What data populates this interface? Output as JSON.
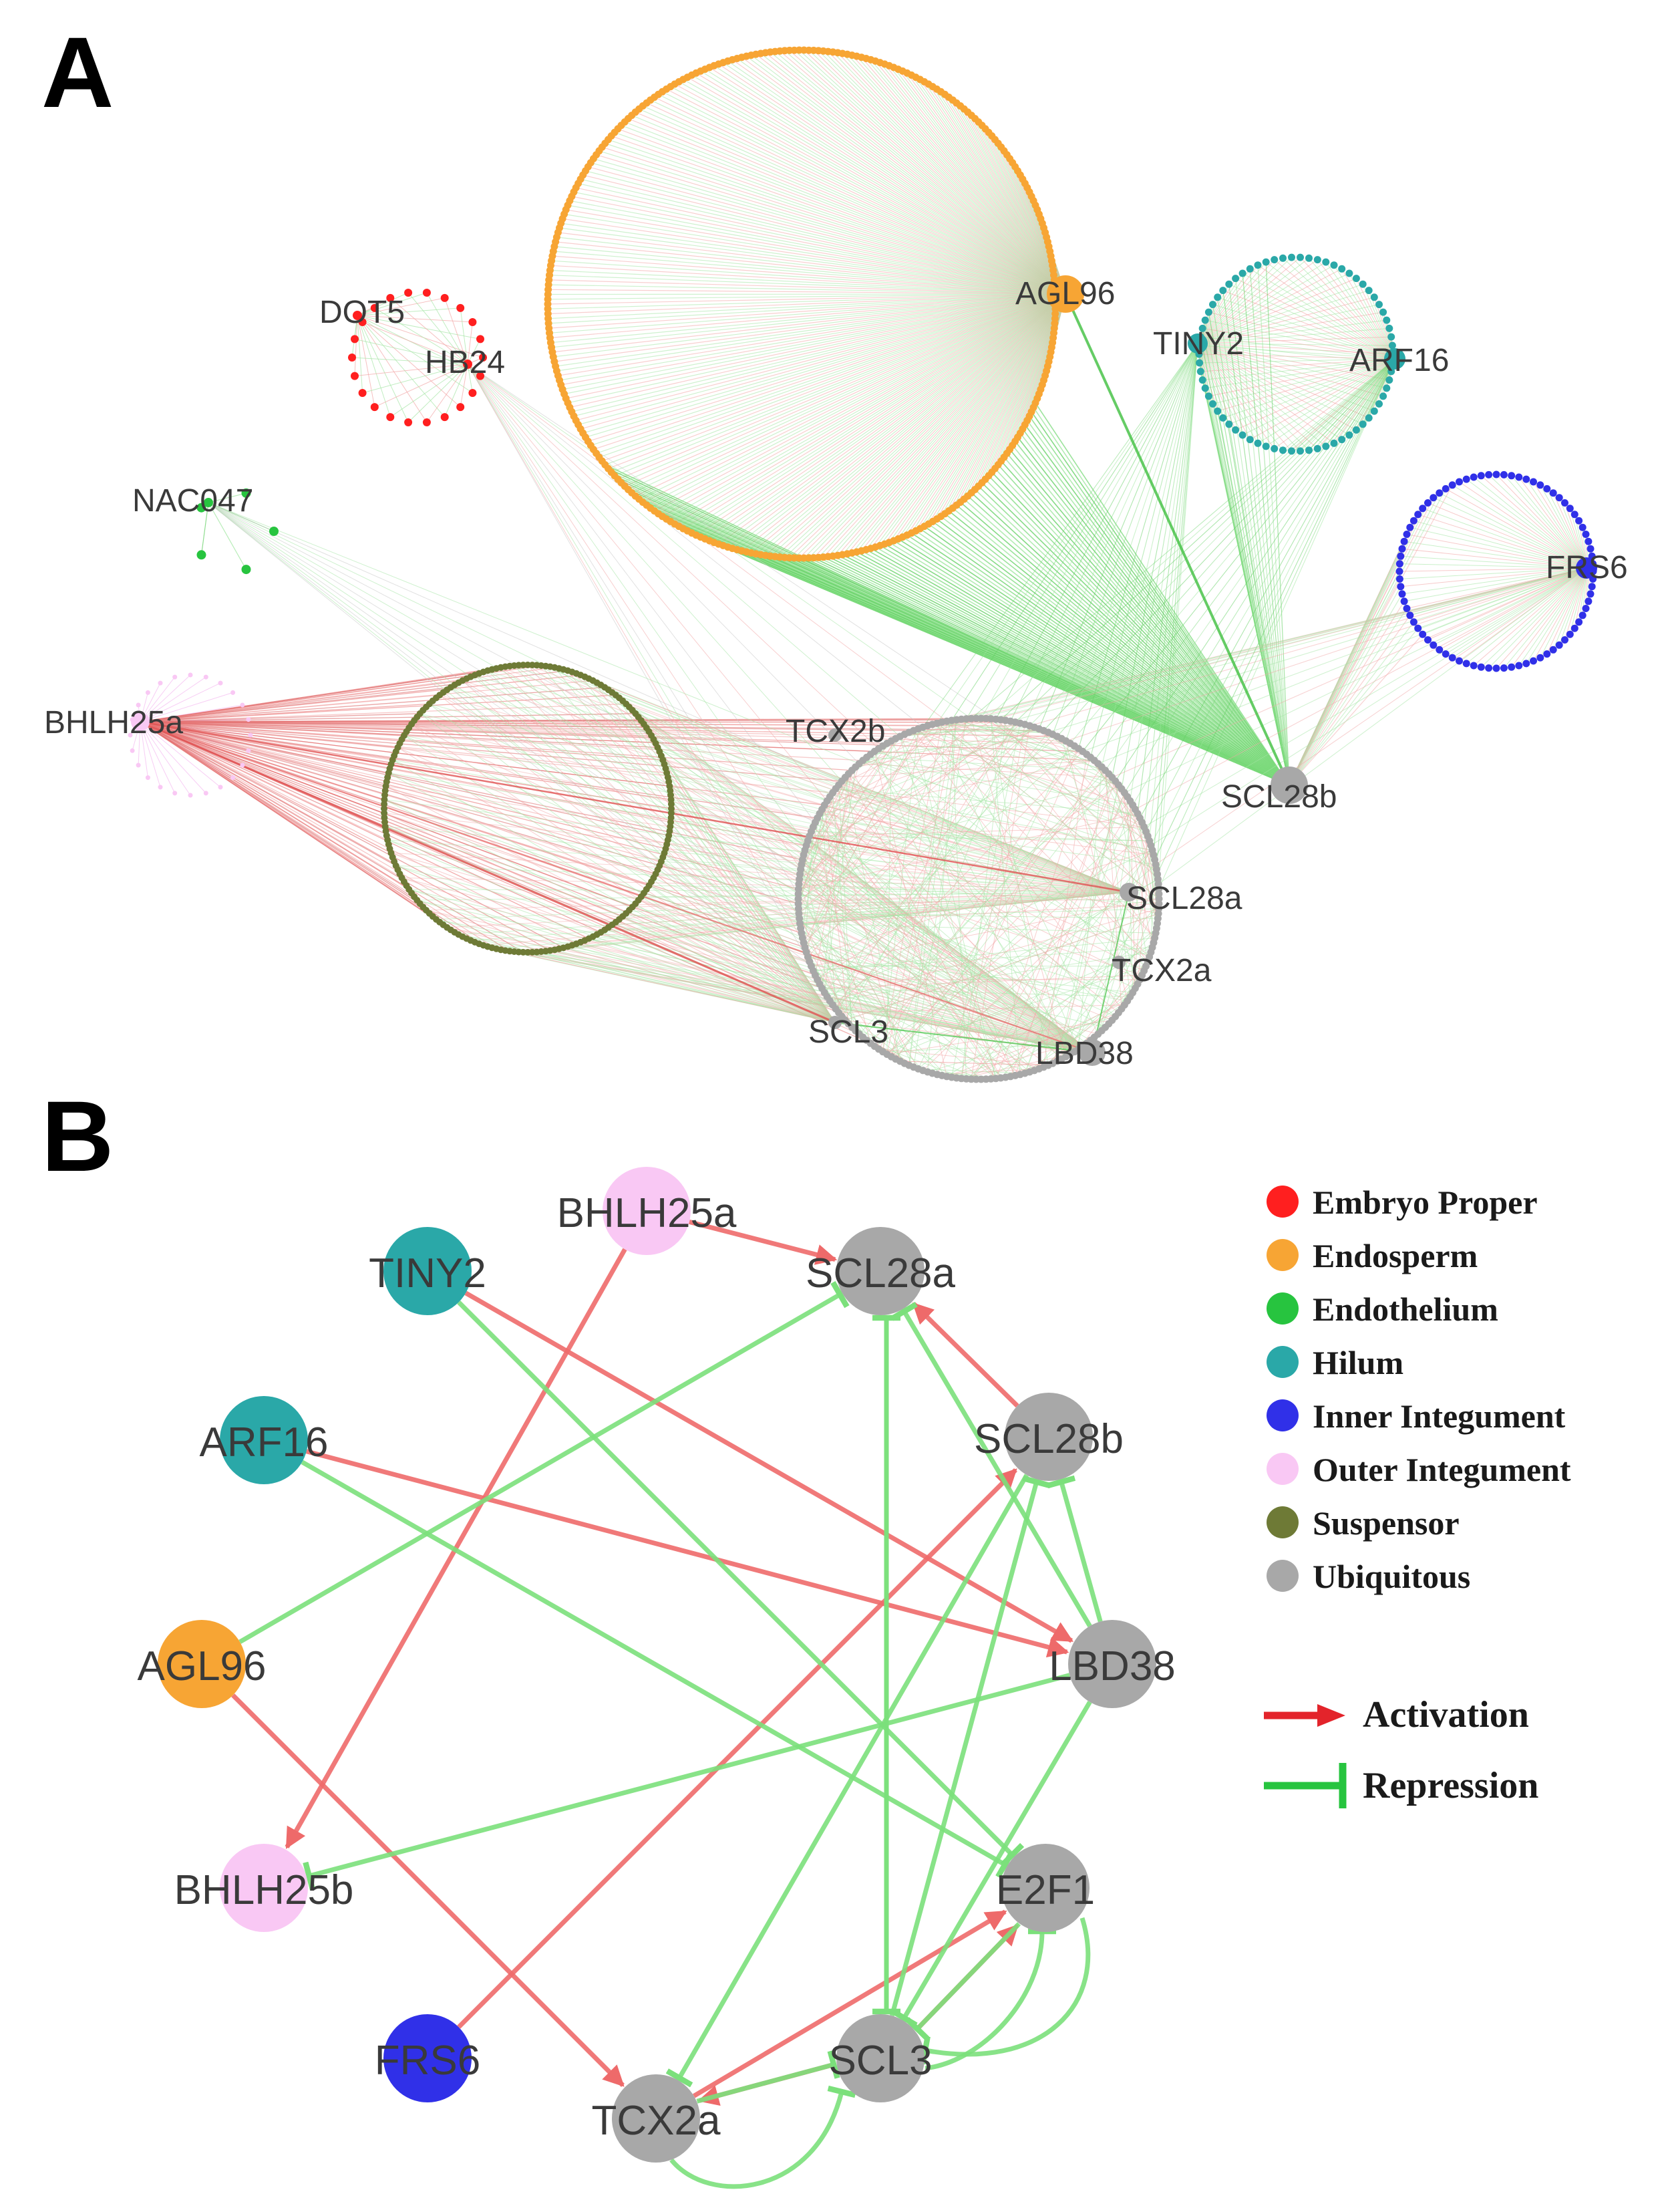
{
  "panels": {
    "a": {
      "letter": "A"
    },
    "b": {
      "letter": "B"
    }
  },
  "colors": {
    "embryo_proper": "#ff1f1f",
    "endosperm": "#f7a534",
    "endothelium": "#27c43f",
    "hilum": "#2aa8a8",
    "inner_integument": "#3030e8",
    "outer_integument": "#f9c8f4",
    "suspensor": "#6e7a36",
    "ubiquitous": "#a8a8a8",
    "activation": "#ee6a6a",
    "repression": "#7be07b",
    "activation_legend": "#e3242b",
    "repression_legend": "#27c43f"
  },
  "network_a": {
    "clusters": [
      {
        "id": "endosperm",
        "node_count": 330
      },
      {
        "id": "hilum",
        "node_count": 70
      },
      {
        "id": "embryo_proper",
        "node_count": 22
      },
      {
        "id": "inner_integument",
        "node_count": 80
      },
      {
        "id": "suspensor",
        "node_count": 200
      },
      {
        "id": "ubiquitous",
        "node_count": 230
      },
      {
        "id": "outer_integument",
        "node_count": 24
      },
      {
        "id": "endothelium",
        "node_count": 5
      }
    ],
    "hub_labels": {
      "agl96": "AGL96",
      "dot5": "DOT5",
      "hb24": "HB24",
      "tiny2": "TINY2",
      "arf16": "ARF16",
      "nac047": "NAC047",
      "frs6": "FRS6",
      "bhlh25a": "BHLH25a",
      "tcx2b": "TCX2b",
      "scl28b": "SCL28b",
      "scl28a": "SCL28a",
      "tcx2a": "TCX2a",
      "scl3": "SCL3",
      "lbd38": "LBD38"
    }
  },
  "network_b": {
    "nodes": [
      {
        "id": "bhlh25a",
        "label": "BHLH25a",
        "tissue": "outer_integument"
      },
      {
        "id": "scl28a",
        "label": "SCL28a",
        "tissue": "ubiquitous"
      },
      {
        "id": "tiny2",
        "label": "TINY2",
        "tissue": "hilum"
      },
      {
        "id": "scl28b",
        "label": "SCL28b",
        "tissue": "ubiquitous"
      },
      {
        "id": "arf16",
        "label": "ARF16",
        "tissue": "hilum"
      },
      {
        "id": "lbd38",
        "label": "LBD38",
        "tissue": "ubiquitous"
      },
      {
        "id": "agl96",
        "label": "AGL96",
        "tissue": "endosperm"
      },
      {
        "id": "e2f1",
        "label": "E2F1",
        "tissue": "ubiquitous"
      },
      {
        "id": "bhlh25b",
        "label": "BHLH25b",
        "tissue": "outer_integument"
      },
      {
        "id": "scl3",
        "label": "SCL3",
        "tissue": "ubiquitous"
      },
      {
        "id": "frs6",
        "label": "FRS6",
        "tissue": "inner_integument"
      },
      {
        "id": "tcx2a",
        "label": "TCX2a",
        "tissue": "ubiquitous"
      }
    ],
    "edges": [
      {
        "from": "bhlh25a",
        "to": "scl28a",
        "type": "activation"
      },
      {
        "from": "bhlh25a",
        "to": "bhlh25b",
        "type": "activation"
      },
      {
        "from": "tiny2",
        "to": "lbd38",
        "type": "activation"
      },
      {
        "from": "arf16",
        "to": "lbd38",
        "type": "activation"
      },
      {
        "from": "agl96",
        "to": "tcx2a",
        "type": "activation"
      },
      {
        "from": "frs6",
        "to": "scl28b",
        "type": "activation"
      },
      {
        "from": "scl28b",
        "to": "scl28a",
        "type": "activation"
      },
      {
        "from": "tcx2a",
        "to": "e2f1",
        "type": "activation"
      },
      {
        "from": "scl3",
        "to": "e2f1",
        "type": "activation"
      },
      {
        "from": "scl3",
        "to": "tcx2a",
        "type": "activation"
      },
      {
        "from": "agl96",
        "to": "scl28a",
        "type": "repression"
      },
      {
        "from": "tiny2",
        "to": "e2f1",
        "type": "repression"
      },
      {
        "from": "arf16",
        "to": "e2f1",
        "type": "repression"
      },
      {
        "from": "lbd38",
        "to": "bhlh25b",
        "type": "repression"
      },
      {
        "from": "lbd38",
        "to": "scl28a",
        "type": "repression"
      },
      {
        "from": "lbd38",
        "to": "scl28b",
        "type": "repression"
      },
      {
        "from": "scl3",
        "to": "scl28a",
        "type": "repression"
      },
      {
        "from": "scl28b",
        "to": "tcx2a",
        "type": "repression"
      },
      {
        "from": "lbd38",
        "to": "scl3",
        "type": "repression"
      },
      {
        "from": "scl28a",
        "to": "scl3",
        "type": "repression"
      },
      {
        "from": "e2f1",
        "to": "scl3",
        "type": "repression"
      },
      {
        "from": "tcx2a",
        "to": "scl3",
        "type": "repression"
      },
      {
        "from": "scl3",
        "to": "scl28b",
        "type": "repression"
      }
    ]
  },
  "legend": {
    "tissues": [
      {
        "id": "embryo_proper",
        "label": "Embryo Proper"
      },
      {
        "id": "endosperm",
        "label": "Endosperm"
      },
      {
        "id": "endothelium",
        "label": "Endothelium"
      },
      {
        "id": "hilum",
        "label": "Hilum"
      },
      {
        "id": "inner_integument",
        "label": "Inner Integument"
      },
      {
        "id": "outer_integument",
        "label": "Outer Integument"
      },
      {
        "id": "suspensor",
        "label": "Suspensor"
      },
      {
        "id": "ubiquitous",
        "label": "Ubiquitous"
      }
    ],
    "edge_types": [
      {
        "id": "activation",
        "label": "Activation"
      },
      {
        "id": "repression",
        "label": "Repression"
      }
    ]
  }
}
